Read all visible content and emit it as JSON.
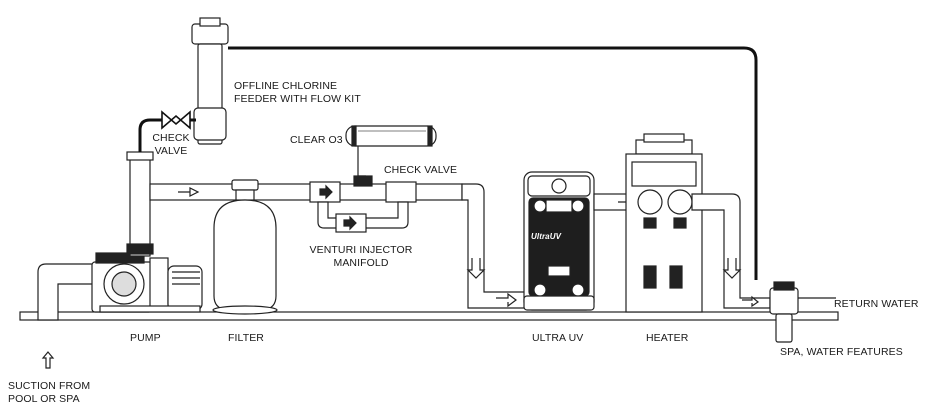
{
  "labels": {
    "chlorine_feeder": [
      "OFFLINE CHLORINE",
      "FEEDER WITH FLOW KIT"
    ],
    "check_valve_left": [
      "CHECK",
      "VALVE"
    ],
    "clear_o3": "CLEAR O3",
    "check_valve_right": "CHECK VALVE",
    "venturi": [
      "VENTURI INJECTOR",
      "MANIFOLD"
    ],
    "pump": "PUMP",
    "filter": "FILTER",
    "ultra_uv": "ULTRA UV",
    "heater": "HEATER",
    "return_water": "RETURN WATER",
    "spa": "SPA, WATER FEATURES",
    "suction": [
      "SUCTION FROM",
      "POOL OR SPA"
    ]
  },
  "device_text": {
    "uv_brand": "UltraUV"
  }
}
